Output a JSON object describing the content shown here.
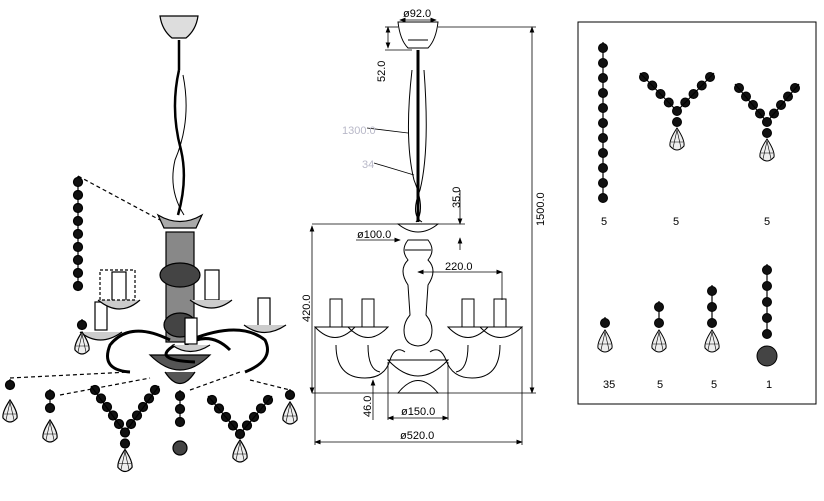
{
  "dimensions": {
    "canopy_diameter": "ø92.0",
    "canopy_height": "52.0",
    "chain_length": "1300.0",
    "chain_label": "34",
    "top_gap": "35.0",
    "total_height": "1500.0",
    "bowl_diameter": "ø100.0",
    "arm_radius": "220.0",
    "body_height": "420.0",
    "bottom_height": "46.0",
    "base_diameter": "ø150.0",
    "total_diameter": "ø520.0"
  },
  "parts_panel": {
    "top_row": [
      "5",
      "5",
      "5"
    ],
    "bottom_row": [
      "35",
      "5",
      "5",
      "1"
    ]
  }
}
